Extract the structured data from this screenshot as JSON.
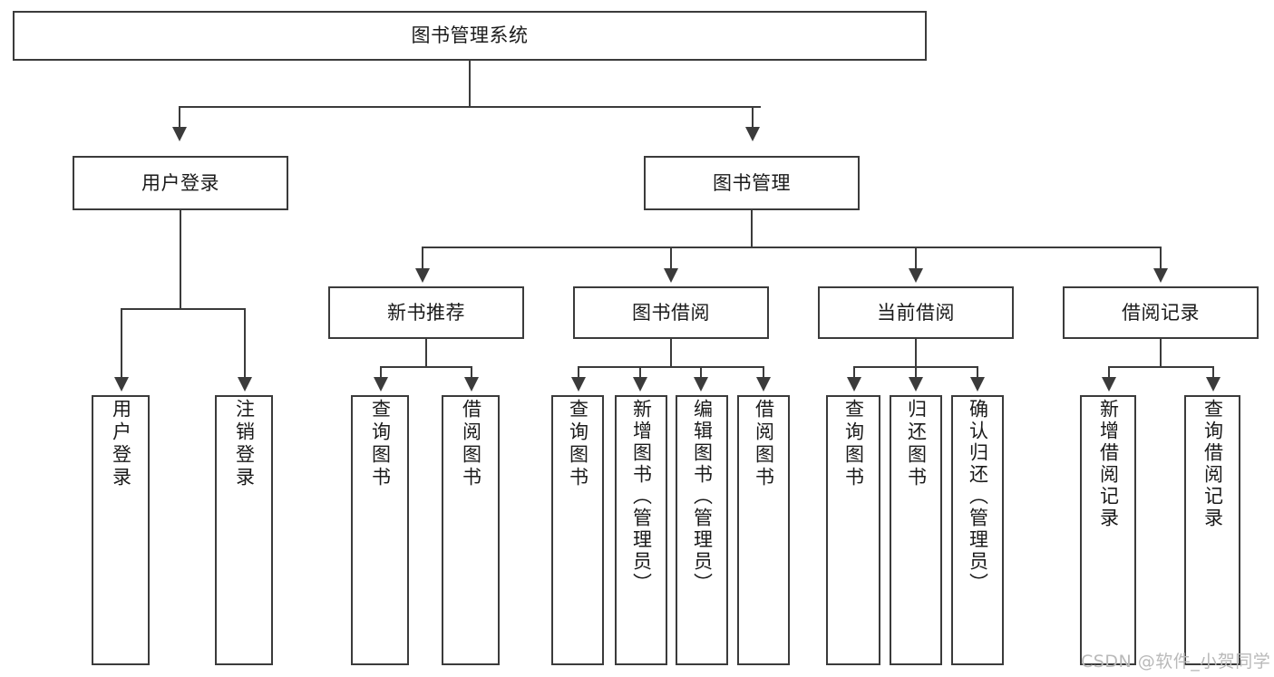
{
  "diagram": {
    "title": "图书管理系统",
    "type": "hierarchy-tree",
    "root": {
      "label": "图书管理系统"
    },
    "tier2": [
      {
        "label": "用户登录"
      },
      {
        "label": "图书管理"
      }
    ],
    "tier3": [
      {
        "label": "新书推荐"
      },
      {
        "label": "图书借阅"
      },
      {
        "label": "当前借阅"
      },
      {
        "label": "借阅记录"
      }
    ],
    "leaves": {
      "user_login": [
        {
          "label": "用户登录"
        },
        {
          "label": "注销登录"
        }
      ],
      "new_book_recommend": [
        {
          "label": "查询图书"
        },
        {
          "label": "借阅图书"
        }
      ],
      "book_borrow": [
        {
          "label": "查询图书"
        },
        {
          "label": "新增图书（管理员）"
        },
        {
          "label": "编辑图书（管理员）"
        },
        {
          "label": "借阅图书"
        }
      ],
      "current_borrow": [
        {
          "label": "查询图书"
        },
        {
          "label": "归还图书"
        },
        {
          "label": "确认归还（管理员）"
        }
      ],
      "borrow_record": [
        {
          "label": "新增借阅记录"
        },
        {
          "label": "查询借阅记录"
        }
      ]
    }
  },
  "watermark": {
    "text": "CSDN @软件_小贺同学"
  },
  "colors": {
    "stroke": "#3b3b3b",
    "background": "#ffffff",
    "text": "#1a1a1a",
    "watermark": "#b9b9b9"
  }
}
